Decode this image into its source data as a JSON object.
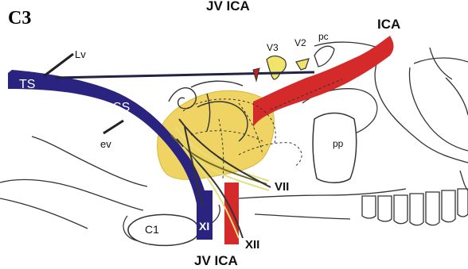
{
  "figure": {
    "panel_label": "C3",
    "top_caption": "JV ICA",
    "bottom_caption": "JV ICA",
    "labels": {
      "lv": "Lv",
      "ts": "TS",
      "ss": "SS",
      "ev": "ev",
      "v3": "V3",
      "v2": "V2",
      "pc": "pc",
      "ica": "ICA",
      "pp": "pp",
      "vii": "VII",
      "xi": "XI",
      "xii": "XII",
      "c1": "C1"
    },
    "colors": {
      "sinus": "#2a2480",
      "artery": "#d42a2a",
      "tumor": "#f0d463",
      "trigeminal": "#f1e46a",
      "outline": "#333333"
    }
  }
}
